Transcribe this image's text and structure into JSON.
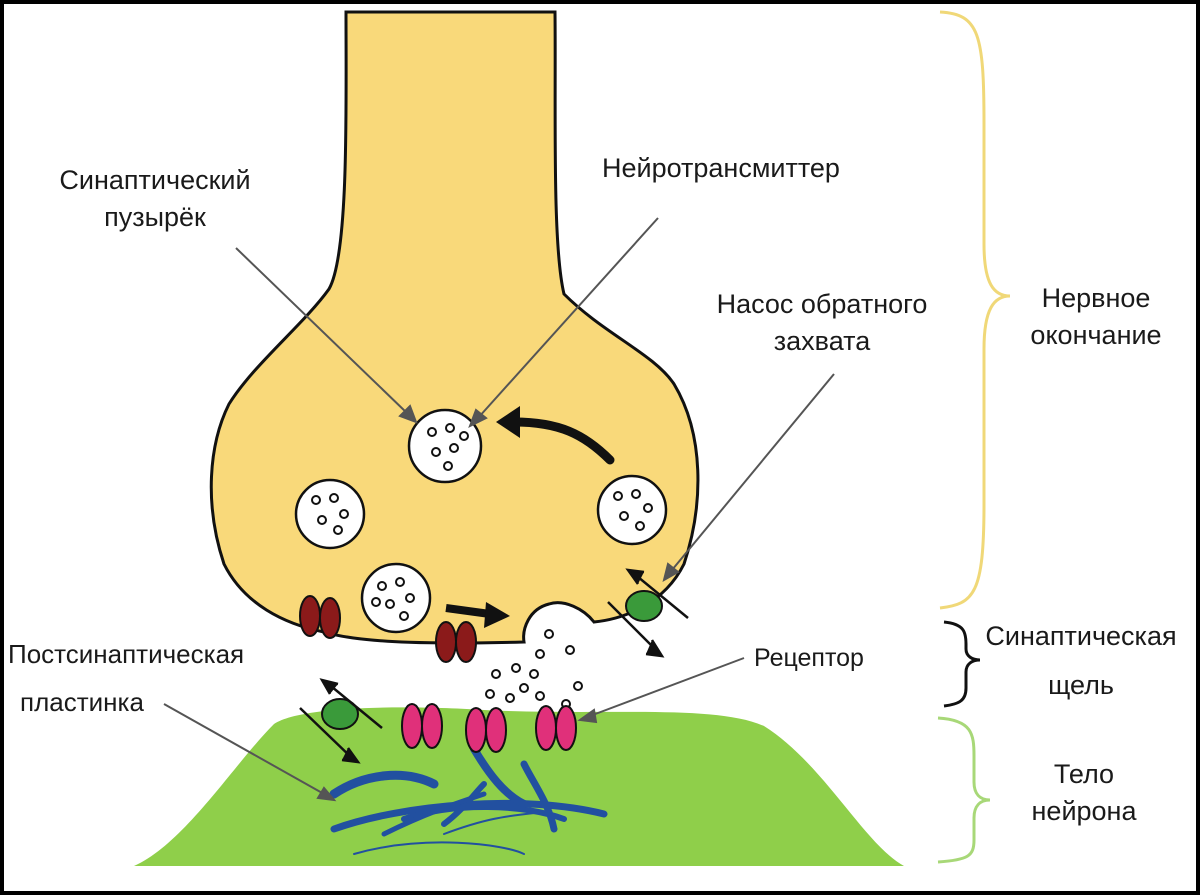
{
  "labels": {
    "vesicle_line1": "Синаптический",
    "vesicle_line2": "пузырёк",
    "neurotransmitter": "Нейротрансмиттер",
    "reuptake_line1": "Насос обратного",
    "reuptake_line2": "захвата",
    "terminal_line1": "Нервное",
    "terminal_line2": "окончание",
    "cleft_line1": "Синаптическая",
    "cleft_line2": "щель",
    "receptor": "Рецептор",
    "postsynaptic_line1": "Постсинаптическая",
    "postsynaptic_line2": "пластинка",
    "body_line1": "Тело",
    "body_line2": "нейрона"
  },
  "colors": {
    "terminal_fill": "#f9d97a",
    "cell_body_fill": "#8fcf4a",
    "dark_receptor": "#8b1a1a",
    "pink_receptor": "#e0307a",
    "pump": "#3a9a3a",
    "fibers": "#2250a0",
    "brace_terminal": "#f0d878",
    "brace_cleft": "#111111",
    "brace_body": "#a8d878"
  }
}
